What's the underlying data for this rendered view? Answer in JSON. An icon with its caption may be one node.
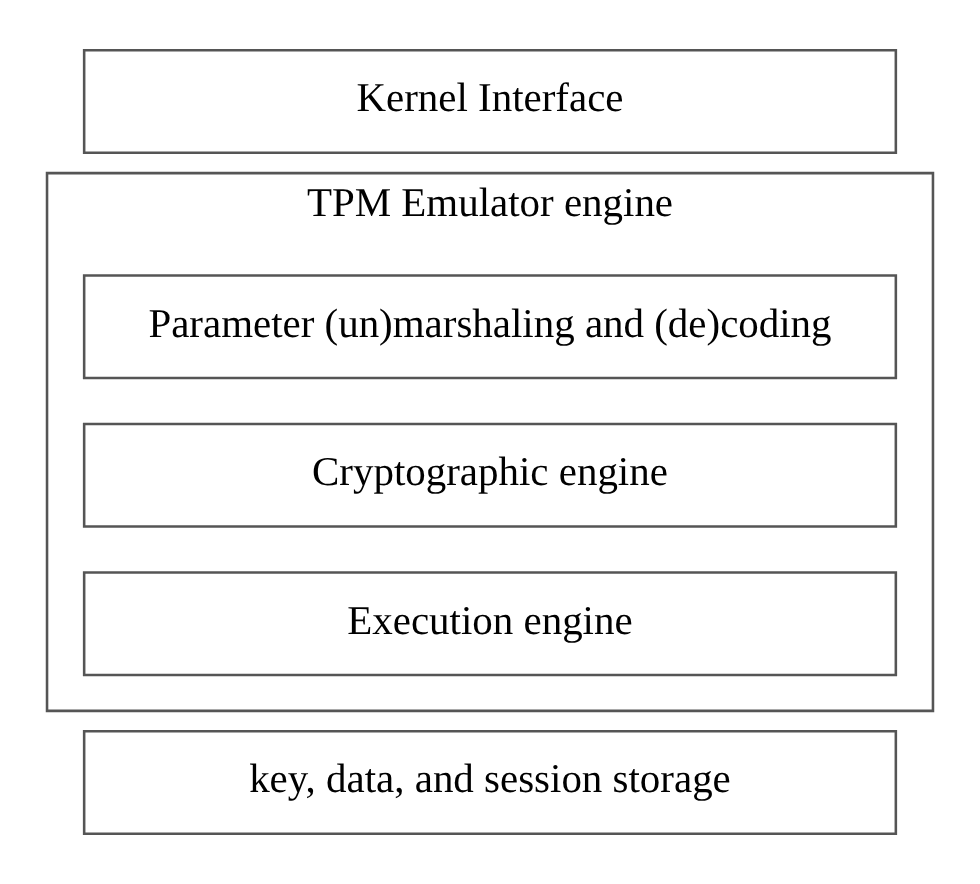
{
  "diagram": {
    "nodes": [
      {
        "text": [
          "Kernel Interface"
        ]
      },
      {
        "text": [
          "TPM Emulator engine"
        ]
      },
      {
        "text": [
          "Parameter (un)marshaling and (de)coding"
        ],
        "in": 1
      },
      {
        "text": [
          "Cryptographic engine"
        ],
        "in": 1
      },
      {
        "text": [
          "Execution engine"
        ],
        "in": 1
      },
      {
        "text": [
          "key, data, and session storage"
        ]
      }
    ],
    "edges": []
  }
}
